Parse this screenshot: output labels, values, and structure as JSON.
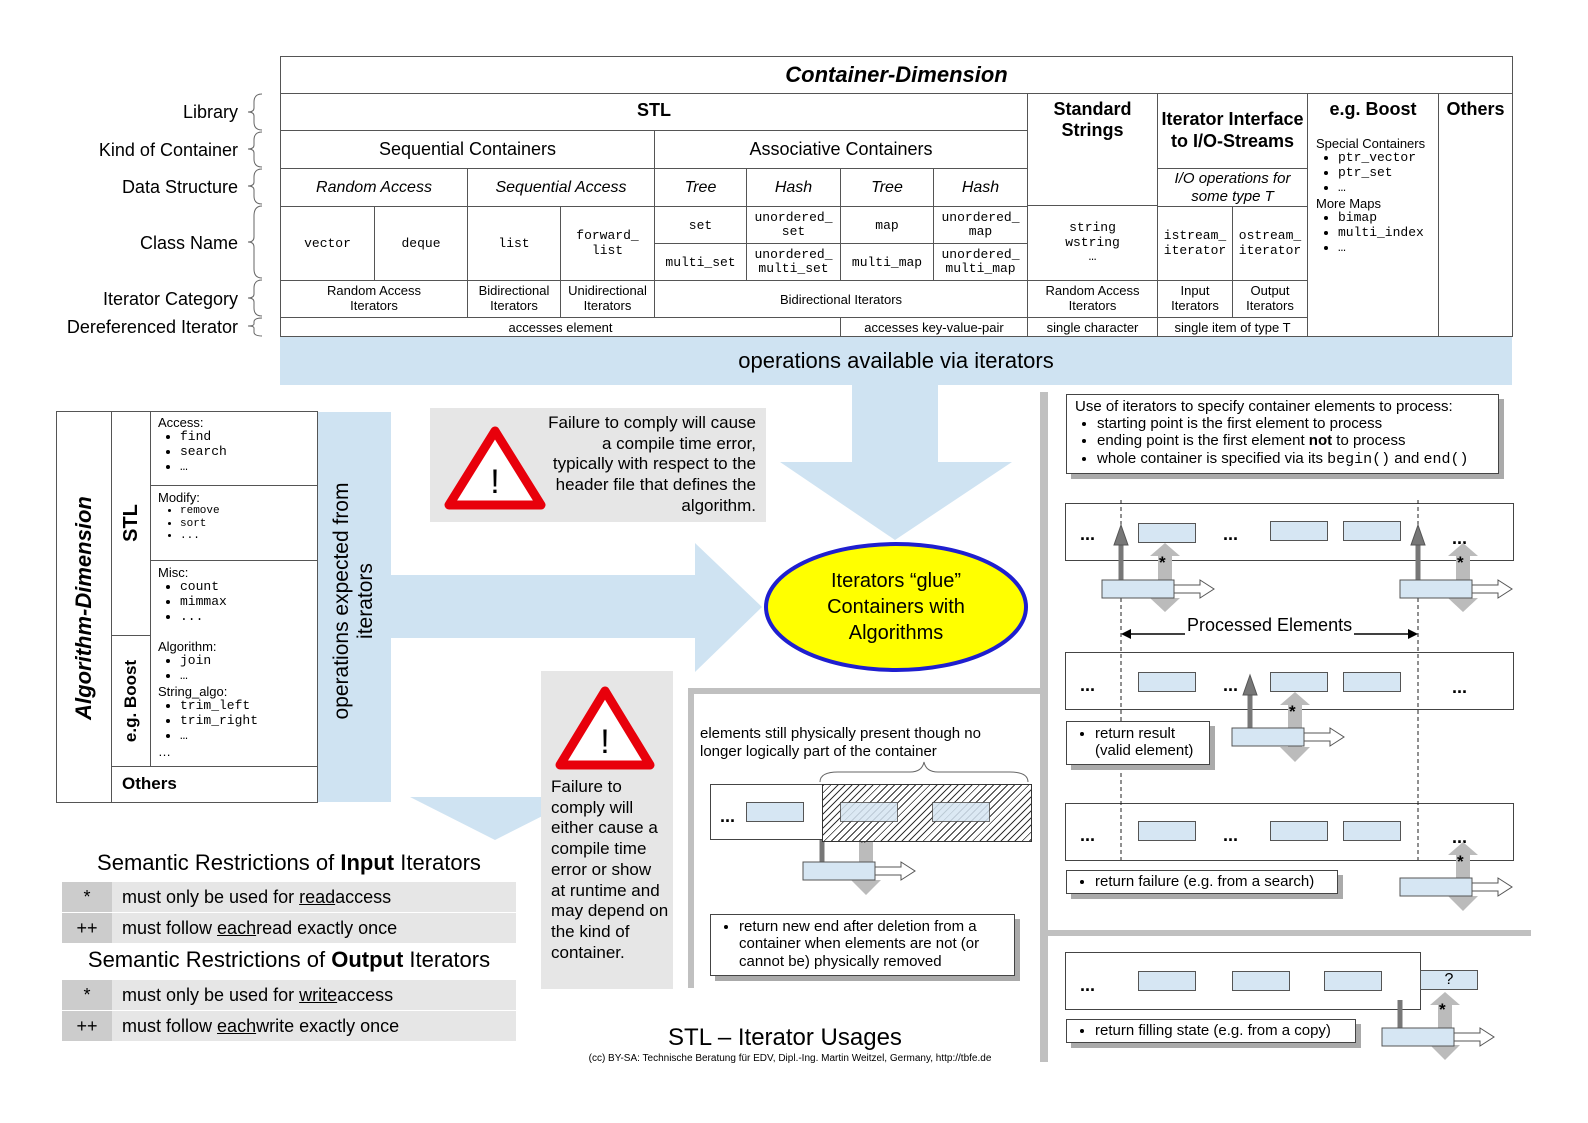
{
  "header": {
    "title": "Container-Dimension"
  },
  "row_labels": [
    "Library",
    "Kind of Container",
    "Data Structure",
    "Class Name",
    "Iterator Category",
    "Dereferenced Iterator"
  ],
  "libraries": {
    "stl": "STL",
    "strings": "Standard Strings",
    "iostream": "Iterator Interface to I/O-Streams",
    "boost": "e.g. Boost",
    "others": "Others"
  },
  "kinds": {
    "seq": "Sequential Containers",
    "assoc": "Associative Containers"
  },
  "structures": {
    "ra": "Random Access",
    "sa": "Sequential Access",
    "tree1": "Tree",
    "hash1": "Hash",
    "tree2": "Tree",
    "hash2": "Hash",
    "io_ops": "I/O operations for some type T"
  },
  "classes": {
    "vector": "vector",
    "deque": "deque",
    "list": "list",
    "forward_list": "forward_ list",
    "set": "set",
    "multi_set": "multi_set",
    "unordered_set": "unordered_ set",
    "unordered_multi_set": "unordered_ multi_set",
    "map": "map",
    "multi_map": "multi_map",
    "unordered_map": "unordered_ map",
    "unordered_multi_map": "unordered_ multi_map",
    "string": "string",
    "wstring": "wstring",
    "string_more": "…",
    "istream": "istream_ iterator",
    "ostream": "ostream_ iterator"
  },
  "boost_panel": {
    "special_title": "Special Containers",
    "special": [
      "ptr_vector",
      "ptr_set",
      "…"
    ],
    "maps_title": "More Maps",
    "maps": [
      "bimap",
      "multi_index",
      "…"
    ]
  },
  "categories": {
    "ra1": "Random Access Iterators",
    "bi1": "Bidirectional Iterators",
    "uni": "Unidirectional Iterators",
    "bi2": "Bidirectional Iterators",
    "ra2": "Random Access Iterators",
    "input": "Input Iterators",
    "output": "Output Iterators"
  },
  "deref": {
    "elem": "accesses element",
    "kv": "accesses key-value-pair",
    "char": "single character",
    "item": "single item of type T"
  },
  "ops_banner": "operations available via iterators",
  "algo": {
    "title": "Algorithm-Dimension",
    "stl_label": "STL",
    "boost_label": "e.g. Boost",
    "others_label": "Others",
    "access_title": "Access:",
    "access": [
      "find",
      "search",
      "…"
    ],
    "modify_title": "Modify:",
    "modify": [
      "remove",
      "sort",
      "..."
    ],
    "misc_title": "Misc:",
    "misc": [
      "count",
      "mimmax",
      "..."
    ],
    "balgo_title": "Algorithm:",
    "balgo": [
      "join",
      "…"
    ],
    "string_title": "String_algo:",
    "string_algo": [
      "trim_left",
      "trim_right",
      "…"
    ],
    "string_tail": "…"
  },
  "ops_expected": "operations expected from iterators",
  "warn1": "Failure to comply will cause a compile time error, typically with respect to the header file that defines the algorithm.",
  "warn2": "Failure to comply will either cause a compile time error or show at runtime and may depend on the kind of container.",
  "glue": "Iterators “glue” Containers with Algorithms",
  "input_sem": {
    "pre": "Semantic Restrictions of ",
    "bold": "Input",
    "post": " Iterators",
    "r1k": "*",
    "r1a": "must only be used for ",
    "r1u": "read",
    "r1b": " access",
    "r2k": "++",
    "r2a": "must follow ",
    "r2u": "each",
    "r2b": " read exactly once"
  },
  "output_sem": {
    "pre": "Semantic Restrictions of ",
    "bold": "Output",
    "post": " Iterators",
    "r1k": "*",
    "r1a": "must only be used for ",
    "r1u": "write",
    "r1b": " access",
    "r2k": "++",
    "r2a": "must follow ",
    "r2u": "each",
    "r2b": " write exactly once"
  },
  "use_box": {
    "title": "Use of iterators to specify container elements to process:",
    "b1": "starting point is the first element to process",
    "b2a": "ending point is the first element ",
    "b2b": "not",
    "b2c": " to process",
    "b3a": "whole container is specified via its ",
    "b3b": "begin()",
    "b3c": " and ",
    "b3d": "end()"
  },
  "processed": "Processed Elements",
  "return_result": "return result (valid element)",
  "return_failure": "return failure (e.g. from a search)",
  "return_filling": "return filling state (e.g. from a copy)",
  "deletion_note": "elements still physically present though no longer logically part of the container",
  "return_new_end": "return new end after deletion from a container when elements are not (or cannot be) physically removed",
  "ellipsis": "...",
  "star": "*",
  "qmark": "?",
  "footer": {
    "title": "STL – Iterator Usages",
    "credit": "(cc) BY-SA: Technische Beratung für EDV, Dipl.-Ing. Martin Weitzel, Germany, http://tbfe.de"
  },
  "colors": {
    "light_blue": "#cfe3f2",
    "warn_red": "#e8000b",
    "glue_fill": "#ffff00",
    "glue_border": "#1f1fcf",
    "gray_panel": "#e6e6e6"
  }
}
